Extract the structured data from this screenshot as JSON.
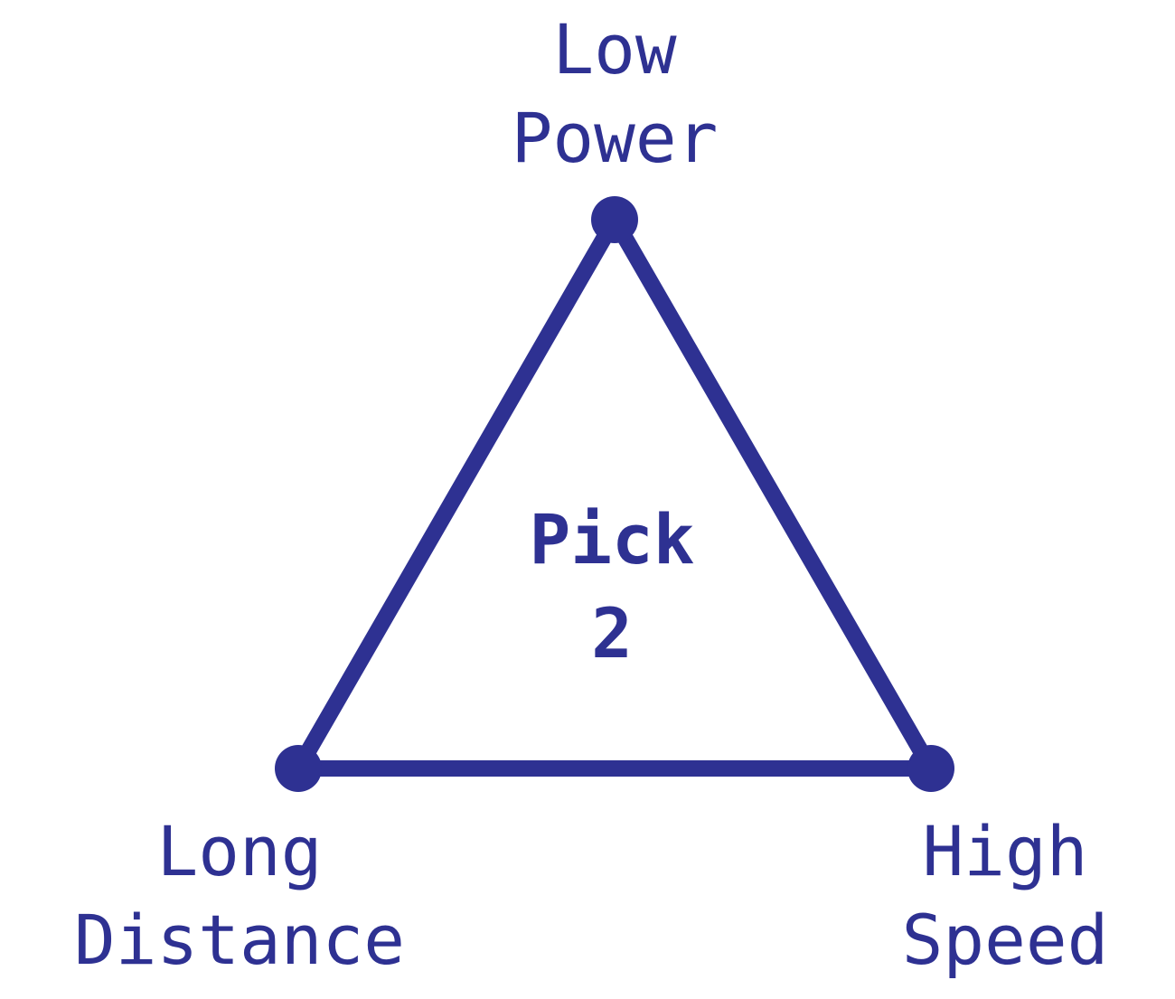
{
  "colors": {
    "primary": "#2e3192",
    "background": "#ffffff"
  },
  "vertices": {
    "top": {
      "line1": "Low",
      "line2": "Power"
    },
    "bottom_left": {
      "line1": "Long",
      "line2": "Distance"
    },
    "bottom_right": {
      "line1": "High",
      "line2": "Speed"
    }
  },
  "center": {
    "line1": "Pick",
    "line2": "2"
  }
}
